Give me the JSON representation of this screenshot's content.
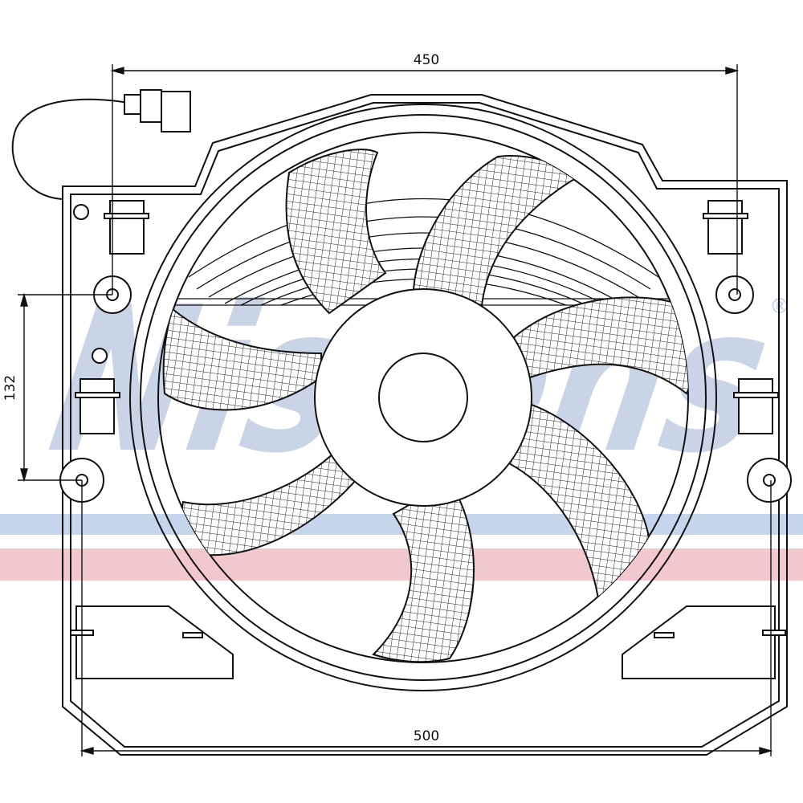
{
  "dimensions": {
    "top_width": "450",
    "bottom_width": "500",
    "left_spacing": "132"
  },
  "watermark": {
    "text": "Nissens",
    "mark": "®",
    "color_text": "#c9d4e6",
    "stripe_blue": "#c5d6ec",
    "stripe_red": "#f2c8cf"
  },
  "line_color": "#111111"
}
